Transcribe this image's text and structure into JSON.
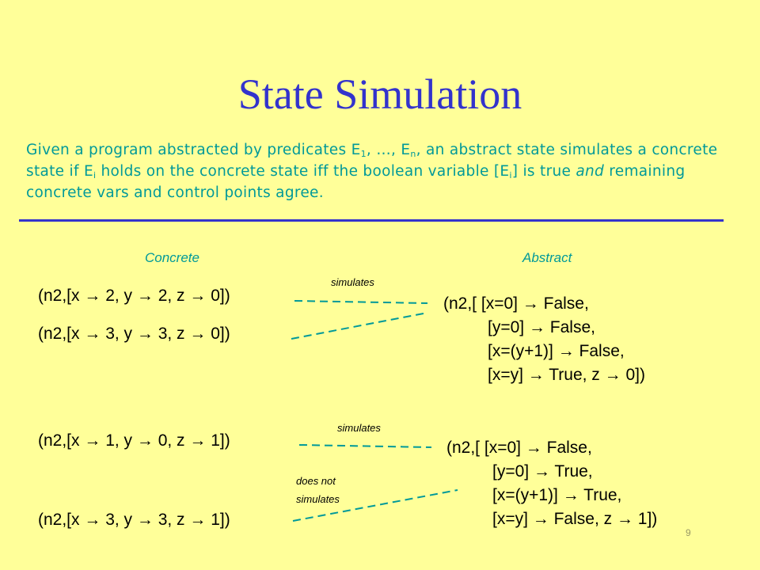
{
  "slide": {
    "title": "State Simulation",
    "intro": {
      "p1": "Given a program abstracted by predicates E",
      "sub1": "1",
      "p2": ", …, E",
      "subn": "n",
      "p3": ", an abstract state simulates a concrete state if E",
      "subi": "i",
      "p4": " holds on the concrete state iff the boolean variable [E",
      "subi2": "i",
      "p5": "] is true ",
      "italic": "and",
      "p6": " remaining concrete vars and control points agree."
    },
    "col_concrete": "Concrete",
    "col_abstract": "Abstract",
    "example1": {
      "label": "simulates",
      "concrete_a": "(n2,[x → 2, y → 2, z → 0])",
      "concrete_b": "(n2,[x → 3, y → 3, z → 0])",
      "abstract_lines": [
        "(n2,[ [x=0]  → False,",
        "[y=0]  → False,",
        "[x=(y+1)]  → False,",
        "[x=y]  → True, z → 0])"
      ]
    },
    "example2": {
      "label": "simulates",
      "label_not_1": "does not",
      "label_not_2": "simulates",
      "concrete_a": "(n2,[x → 1, y → 0, z → 1])",
      "concrete_b": "(n2,[x → 3, y → 3, z → 1])",
      "abstract_lines": [
        "(n2,[ [x=0]  → False,",
        "[y=0]  → True,",
        "[x=(y+1)]  → True,",
        "[x=y]  → False, z → 1])"
      ]
    },
    "page_number": "9",
    "colors": {
      "background": "#FFFF99",
      "title": "#3333CC",
      "accent_teal": "#009999",
      "rule": "#3333CC"
    }
  }
}
